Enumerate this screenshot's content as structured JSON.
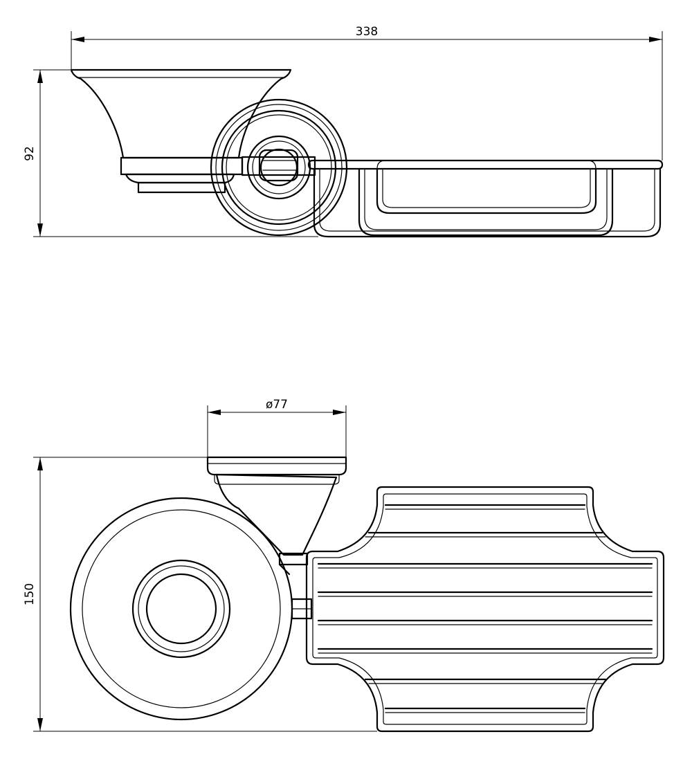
{
  "dimensions": {
    "width": "338",
    "height_side": "92",
    "diameter": "ø77",
    "height_front": "150"
  }
}
